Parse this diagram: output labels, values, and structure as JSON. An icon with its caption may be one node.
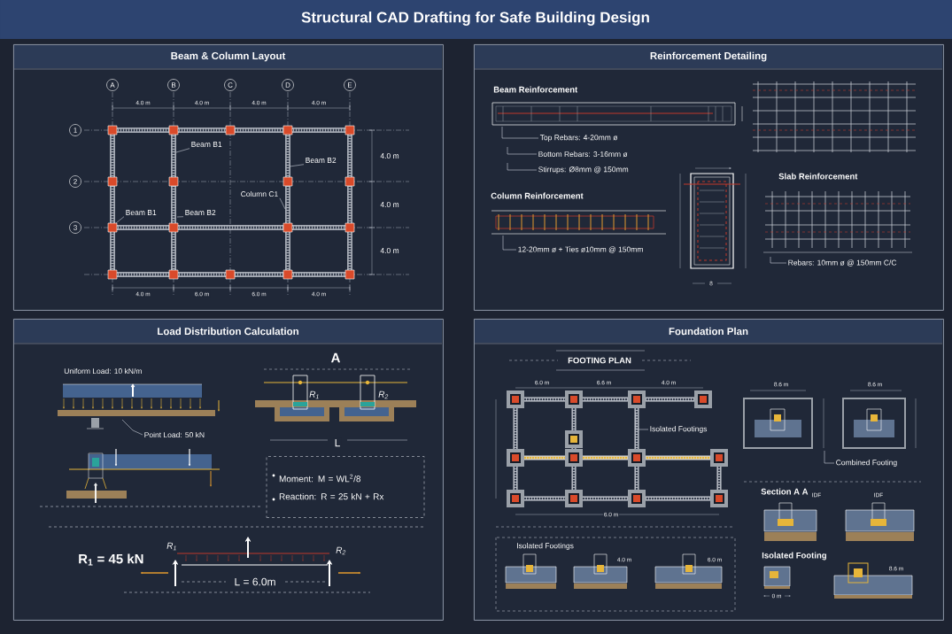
{
  "diagram": {
    "title": "Structural CAD Drafting for Safe Building Design",
    "nodes": [
      {
        "text": [
          "Beam & Column Layout"
        ]
      },
      {
        "text": [
          "Reinforcement Detailing"
        ]
      },
      {
        "text": [
          "Load Distribution Calculation"
        ]
      },
      {
        "text": [
          "Foundation Plan"
        ]
      },
      {
        "text": [
          "Beam B1"
        ],
        "in": 0
      },
      {
        "text": [
          "Beam B2"
        ],
        "in": 0
      },
      {
        "text": [
          "Column C1"
        ],
        "in": 0
      },
      {
        "text": [
          "Beam B1"
        ],
        "in": 0
      },
      {
        "text": [
          "Beam B2"
        ],
        "in": 0
      },
      {
        "text": [
          "Top Rebars: 4-20mm ø"
        ],
        "in": 1
      },
      {
        "text": [
          "Bottom Rebars: 3-16mm ø"
        ],
        "in": 1
      },
      {
        "text": [
          "Stirrups: Ø8mm @ 150mm"
        ],
        "in": 1
      },
      {
        "text": [
          "12-20mm ø + Ties ø10mm @ 150mm"
        ],
        "in": 1
      },
      {
        "text": [
          "Rebars: 10mm ø @ 150mm C/C"
        ],
        "in": 1
      },
      {
        "text": [
          "Point Load: 50 kN"
        ],
        "in": 2
      },
      {
        "text": [
          "Isolated Footings"
        ],
        "in": 3
      },
      {
        "text": [
          "Combined Footing"
        ],
        "in": 3
      },
      {
        "text": [
          "Moment: M = WL$^{2}$/8",
          "Reaction: R = 25 kN + Rx"
        ],
        "in": 2
      }
    ],
    "edges": [
      {
        "from": 4,
        "to": null,
        "arrow": "none"
      },
      {
        "from": 5,
        "to": null,
        "arrow": "none"
      },
      {
        "from": 6,
        "to": null,
        "arrow": "none"
      },
      {
        "from": 7,
        "to": null,
        "arrow": "none"
      },
      {
        "from": 8,
        "to": null,
        "arrow": "none"
      },
      {
        "from": 9,
        "to": null,
        "arrow": "none"
      },
      {
        "from": 10,
        "to": null,
        "arrow": "none"
      },
      {
        "from": 11,
        "to": null,
        "arrow": "none"
      },
      {
        "from": 12,
        "to": null,
        "arrow": "none"
      },
      {
        "from": 13,
        "to": null,
        "arrow": "none"
      },
      {
        "from": 14,
        "to": null,
        "arrow": "none"
      },
      {
        "from": 15,
        "to": null,
        "arrow": "none"
      },
      {
        "from": 16,
        "to": null,
        "arrow": "none"
      }
    ],
    "labels": [
      "A",
      "B",
      "C",
      "D",
      "E",
      "1",
      "2",
      "3",
      "4.0 m",
      "4.0 m",
      "4.0 m",
      "4.0 m",
      "4.0 m",
      "4.0 m",
      "4.0 m",
      "4.0 m",
      "6.0 m",
      "6.0 m",
      "4.0 m",
      "Beam Reinforcement",
      "Column Reinforcement",
      "Slab Reinforcement",
      "8",
      "Uniform Load: 10 kN/m",
      "A",
      "R$_{1}$",
      "R$_{2}$",
      "L",
      "R$_{1}$ = 45 kN",
      "R$_{1}$",
      "R$_{2}$",
      "L = 6.0m",
      "FOOTING PLAN",
      "6.0 m",
      "6.6 m",
      "4.0 m",
      "6.0 m",
      "8.6 m",
      "8.6 m",
      "Section A A",
      "IDF",
      "IDF",
      "Isolated Footings",
      "4.0 m",
      "6.0 m",
      "Isolated Footing",
      "8.6 m",
      "0 m"
    ]
  }
}
